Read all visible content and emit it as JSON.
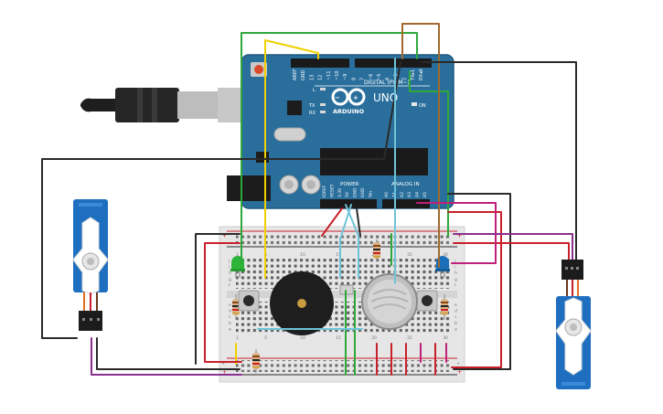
{
  "board": {
    "logo_text": "ARDUINO",
    "model": "UNO",
    "digital_label": "DIGITAL (PWM~)",
    "power_label": "POWER",
    "analog_label": "ANALOG IN",
    "on_label": "ON",
    "tx_label": "TX",
    "rx_label": "RX",
    "l_label": "L",
    "digital_pins": [
      "AREF",
      "GND",
      "13",
      "12",
      "~11",
      "~10",
      "~9",
      "8",
      "7",
      "~6",
      "~5",
      "4",
      "~3",
      "2",
      "TX▸1",
      "RX◂0"
    ],
    "power_pins": [
      "IOREF",
      "RESET",
      "3.3V",
      "5V",
      "GND",
      "GND",
      "Vin"
    ],
    "analog_pins": [
      "A0",
      "A1",
      "A2",
      "A3",
      "A4",
      "A5"
    ]
  },
  "breadboard": {
    "column_numbers": [
      "1",
      "5",
      "10",
      "15",
      "20",
      "25",
      "30"
    ],
    "row_letters_top": [
      "j",
      "i",
      "h",
      "g",
      "f"
    ],
    "row_letters_bottom": [
      "e",
      "d",
      "c",
      "b",
      "a"
    ],
    "rail_plus": "+",
    "rail_minus": "-"
  },
  "colors": {
    "board_blue": "#2a6f9c",
    "breadboard": "#e6e6e6",
    "wire_red": "#c8202a",
    "wire_black": "#2a2a2a",
    "wire_green": "#2fa83a",
    "wire_yellow": "#f0d000",
    "wire_purple": "#8a2f8f",
    "wire_cyan": "#6fc3d8",
    "wire_brown": "#a06a30",
    "wire_magenta": "#c0207a",
    "servo_blue": "#1f6fc0",
    "led_green": "#2db53a",
    "led_blue": "#1a6fb8"
  }
}
